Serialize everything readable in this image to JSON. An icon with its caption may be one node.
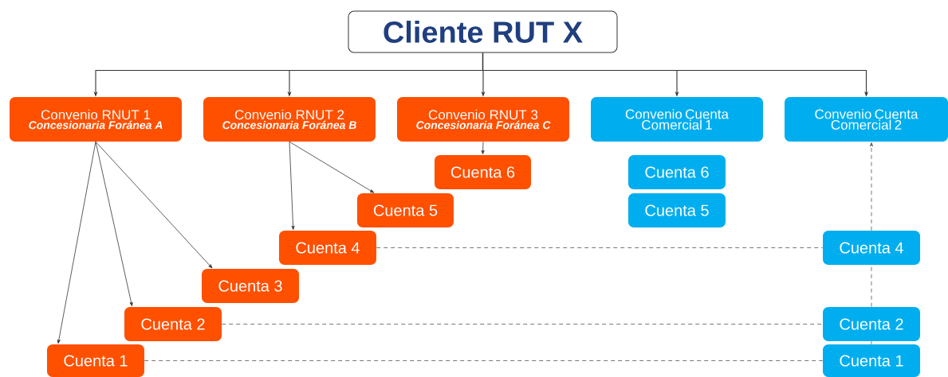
{
  "diagram": {
    "nodes": [
      {
        "text": [
          "Cliente RUT X"
        ]
      },
      {
        "text": [
          "Convenio RNUT 1",
          "Concesionaria Foránea A"
        ]
      },
      {
        "text": [
          "Convenio RNUT 2",
          "Concesionaria Foránea B"
        ]
      },
      {
        "text": [
          "Convenio RNUT 3",
          "Concesionaria Foránea C"
        ]
      },
      {
        "text": [
          "Convenio Cuenta Comercial 1"
        ]
      },
      {
        "text": [
          "Convenio Cuenta Comercial 2"
        ]
      },
      {
        "text": [
          "Cuenta 6"
        ]
      },
      {
        "text": [
          "Cuenta 5"
        ]
      },
      {
        "text": [
          "Cuenta 4"
        ]
      },
      {
        "text": [
          "Cuenta 3"
        ]
      },
      {
        "text": [
          "Cuenta 2"
        ]
      },
      {
        "text": [
          "Cuenta 1"
        ]
      },
      {
        "text": [
          "Cuenta 6"
        ]
      },
      {
        "text": [
          "Cuenta 5"
        ]
      },
      {
        "text": [
          "Cuenta 4"
        ]
      },
      {
        "text": [
          "Cuenta 2"
        ]
      },
      {
        "text": [
          "Cuenta 1"
        ]
      }
    ],
    "edges": [
      {
        "from": 0,
        "to": 1,
        "arrow": "to"
      },
      {
        "from": 0,
        "to": 2,
        "arrow": "to"
      },
      {
        "from": 0,
        "to": 3,
        "arrow": "to"
      },
      {
        "from": 0,
        "to": 4,
        "arrow": "to"
      },
      {
        "from": 0,
        "to": 5,
        "arrow": "to"
      },
      {
        "from": 1,
        "to": 11,
        "arrow": "to"
      },
      {
        "from": 1,
        "to": 10,
        "arrow": "to"
      },
      {
        "from": 1,
        "to": 9,
        "arrow": "to"
      },
      {
        "from": 2,
        "to": 8,
        "arrow": "to"
      },
      {
        "from": 2,
        "to": 7,
        "arrow": "to"
      },
      {
        "from": 3,
        "to": 6,
        "arrow": "to"
      },
      {
        "from": 8,
        "to": 14,
        "arrow": "none",
        "style": "dashed"
      },
      {
        "from": 10,
        "to": 15,
        "arrow": "none",
        "style": "dashed"
      },
      {
        "from": 11,
        "to": 16,
        "arrow": "none",
        "style": "dashed"
      },
      {
        "from": 16,
        "to": 15,
        "arrow": "none",
        "style": "dashed"
      },
      {
        "from": 15,
        "to": 14,
        "arrow": "none",
        "style": "dashed"
      },
      {
        "from": 14,
        "to": 5,
        "arrow": "to",
        "style": "dashed"
      }
    ]
  }
}
